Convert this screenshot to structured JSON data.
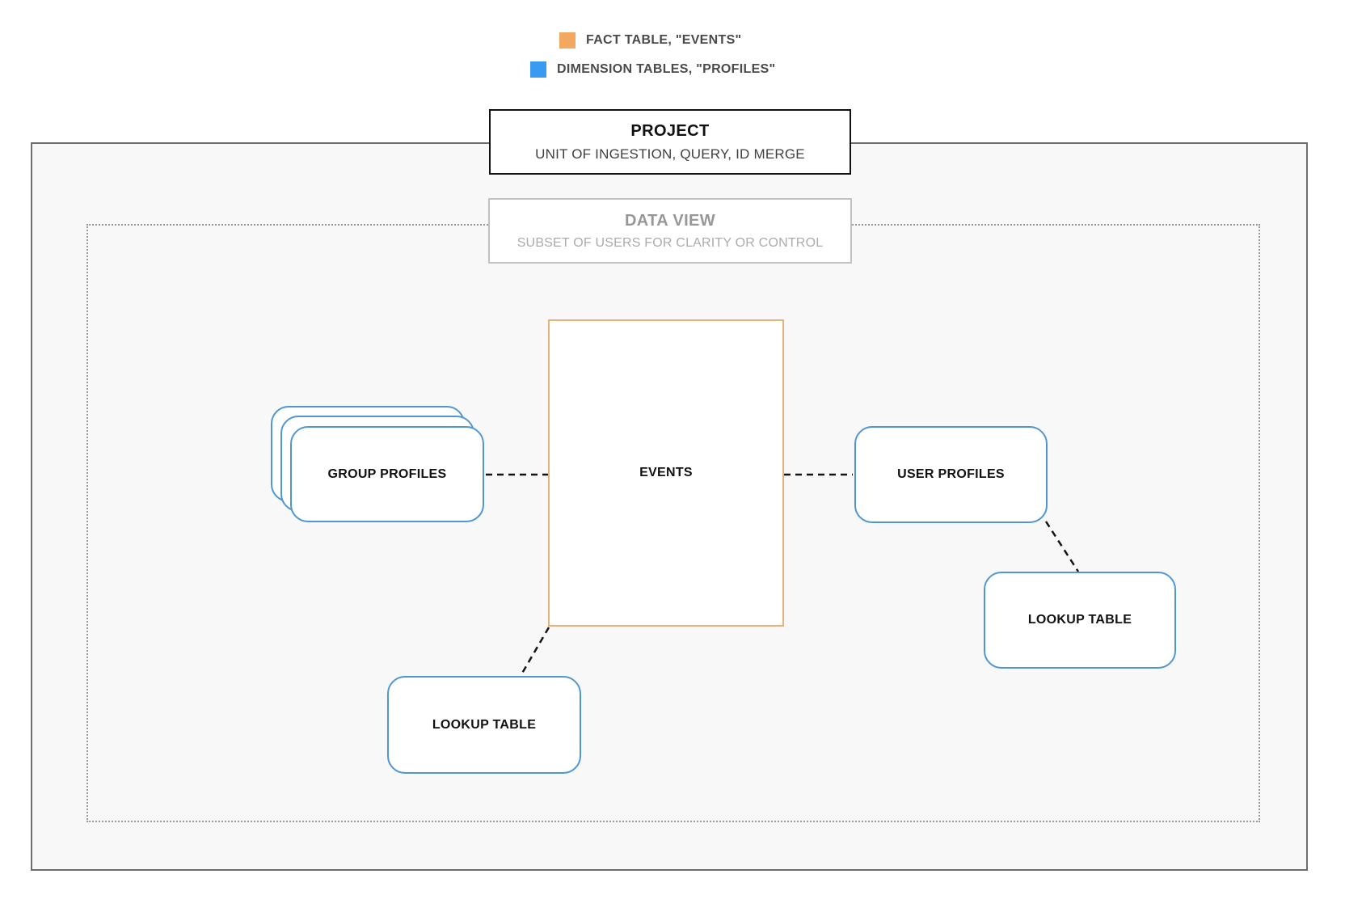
{
  "legend": {
    "items": [
      {
        "swatch": "fact-swatch",
        "swatch_color": "#f2a95f",
        "label": "FACT TABLE, \"EVENTS\""
      },
      {
        "swatch": "dimension-swatch",
        "swatch_color": "#389af0",
        "label": "DIMENSION TABLES, \"PROFILES\""
      }
    ]
  },
  "project_box": {
    "title": "PROJECT",
    "subtitle": "UNIT OF INGESTION, QUERY, ID MERGE"
  },
  "data_view_box": {
    "title": "DATA VIEW",
    "subtitle": "SUBSET OF USERS FOR CLARITY OR CONTROL"
  },
  "nodes": {
    "events": {
      "label": "EVENTS",
      "type": "fact",
      "border_color": "#e9b377"
    },
    "group_profiles": {
      "label": "GROUP PROFILES",
      "type": "dimension",
      "stacked": true,
      "border_color": "#4f96d2"
    },
    "user_profiles": {
      "label": "USER PROFILES",
      "type": "dimension",
      "border_color": "#4f96d2"
    },
    "lookup_table_bottom": {
      "label": "LOOKUP TABLE",
      "type": "dimension",
      "border_color": "#4f96d2"
    },
    "lookup_table_right": {
      "label": "LOOKUP TABLE",
      "type": "dimension",
      "border_color": "#4f96d2"
    }
  },
  "edges": [
    {
      "from": "group_profiles",
      "to": "events",
      "style": "dashed"
    },
    {
      "from": "events",
      "to": "user_profiles",
      "style": "dashed"
    },
    {
      "from": "events",
      "to": "lookup_table_bottom",
      "style": "dashed"
    },
    {
      "from": "user_profiles",
      "to": "lookup_table_right",
      "style": "dashed"
    }
  ],
  "colors": {
    "fact_accent": "#f2a95f",
    "fact_border": "#e9b377",
    "dimension_accent": "#389af0",
    "dimension_border": "#4f96d2",
    "connector": "#141414",
    "outer_boundary_border": "#6d6d6d",
    "outer_boundary_fill": "#f8f8f8",
    "dotted_boundary_border": "#999999"
  }
}
